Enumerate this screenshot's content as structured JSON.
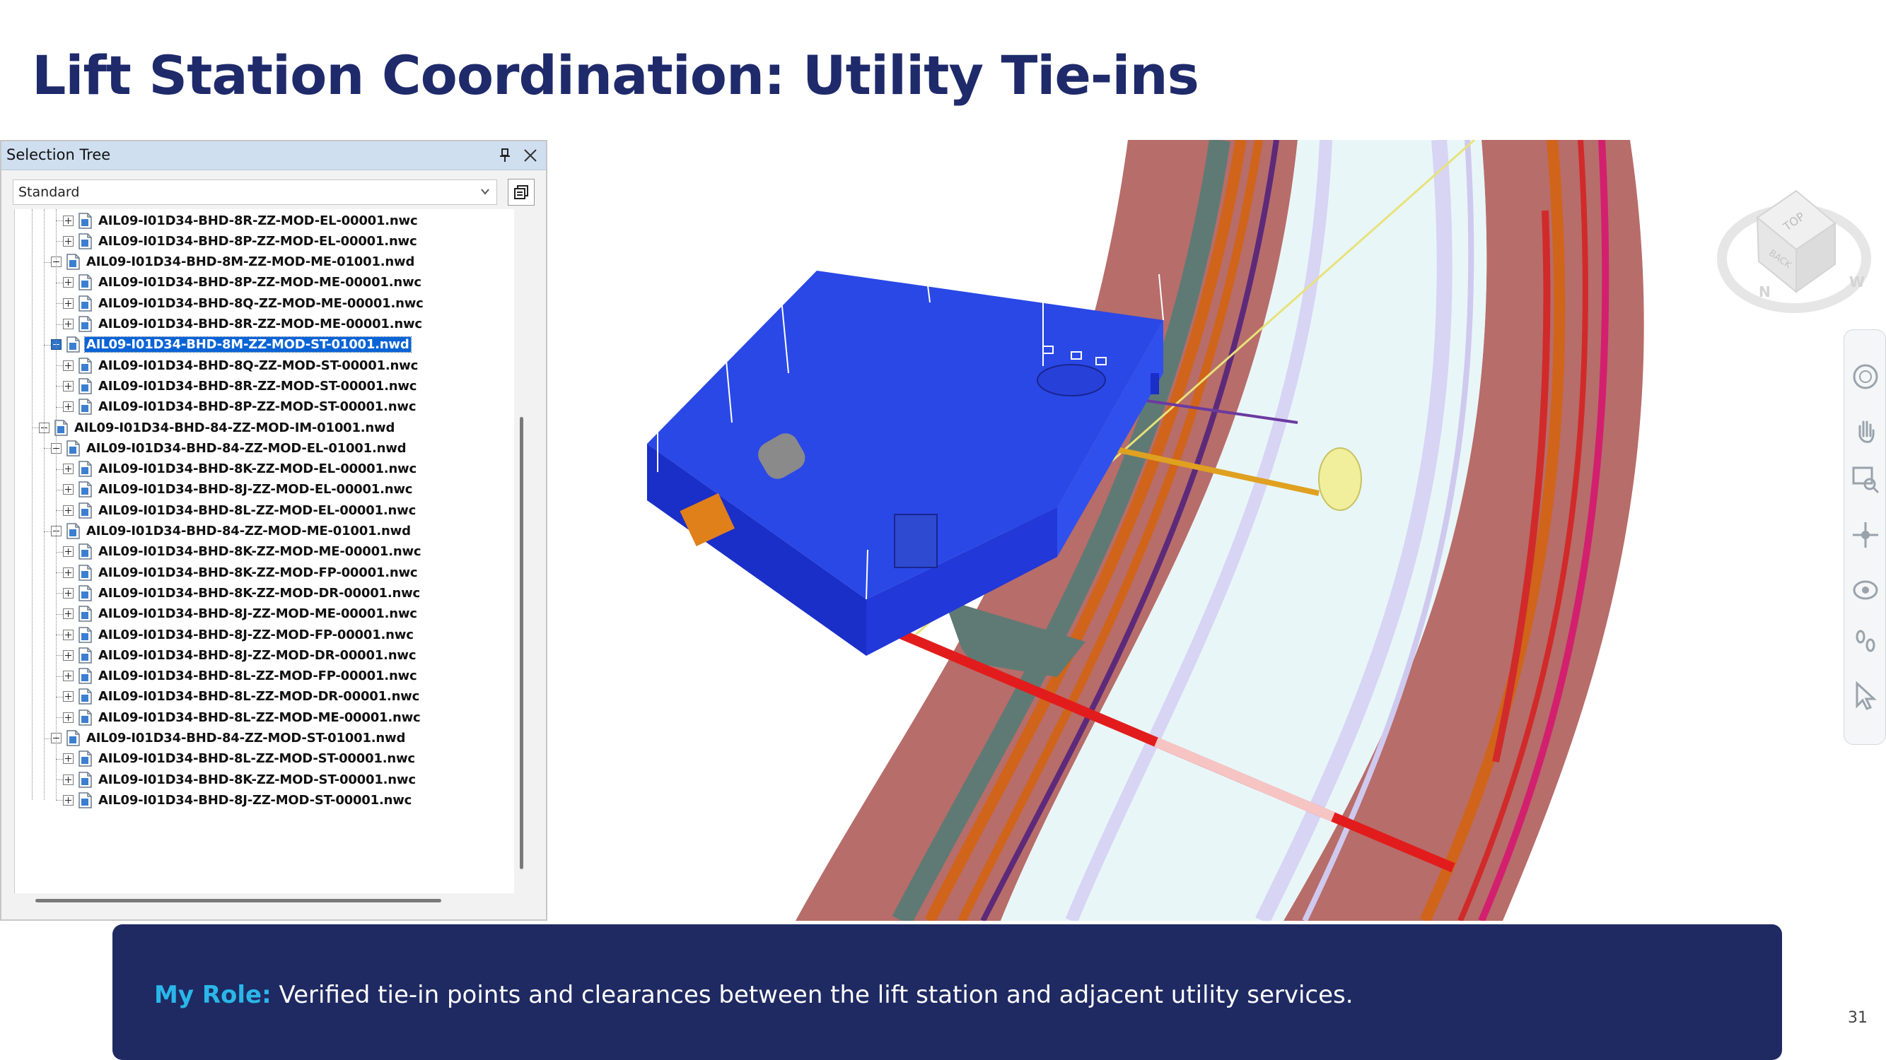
{
  "slide": {
    "title": "Lift Station Coordination: Utility Tie-ins",
    "page_number": "31"
  },
  "panel": {
    "title": "Selection Tree",
    "dropdown_value": "Standard",
    "icons": {
      "pin": "pin-icon",
      "close": "close-icon",
      "dropdown": "chevron-down-icon",
      "sets": "selection-sets-icon"
    }
  },
  "tree": {
    "items": [
      {
        "label": "AIL09-I01D34-BHD-8R-ZZ-MOD-EL-00001.nwc",
        "level": 3,
        "expanded": false,
        "selected": false
      },
      {
        "label": "AIL09-I01D34-BHD-8P-ZZ-MOD-EL-00001.nwc",
        "level": 3,
        "expanded": false,
        "selected": false
      },
      {
        "label": "AIL09-I01D34-BHD-8M-ZZ-MOD-ME-01001.nwd",
        "level": 2,
        "expanded": true,
        "selected": false
      },
      {
        "label": "AIL09-I01D34-BHD-8P-ZZ-MOD-ME-00001.nwc",
        "level": 3,
        "expanded": false,
        "selected": false
      },
      {
        "label": "AIL09-I01D34-BHD-8Q-ZZ-MOD-ME-00001.nwc",
        "level": 3,
        "expanded": false,
        "selected": false
      },
      {
        "label": "AIL09-I01D34-BHD-8R-ZZ-MOD-ME-00001.nwc",
        "level": 3,
        "expanded": false,
        "selected": false
      },
      {
        "label": "AIL09-I01D34-BHD-8M-ZZ-MOD-ST-01001.nwd",
        "level": 2,
        "expanded": true,
        "selected": true
      },
      {
        "label": "AIL09-I01D34-BHD-8Q-ZZ-MOD-ST-00001.nwc",
        "level": 3,
        "expanded": false,
        "selected": false
      },
      {
        "label": "AIL09-I01D34-BHD-8R-ZZ-MOD-ST-00001.nwc",
        "level": 3,
        "expanded": false,
        "selected": false
      },
      {
        "label": "AIL09-I01D34-BHD-8P-ZZ-MOD-ST-00001.nwc",
        "level": 3,
        "expanded": false,
        "selected": false
      },
      {
        "label": "AIL09-I01D34-BHD-84-ZZ-MOD-IM-01001.nwd",
        "level": 1,
        "expanded": true,
        "selected": false
      },
      {
        "label": "AIL09-I01D34-BHD-84-ZZ-MOD-EL-01001.nwd",
        "level": 2,
        "expanded": true,
        "selected": false
      },
      {
        "label": "AIL09-I01D34-BHD-8K-ZZ-MOD-EL-00001.nwc",
        "level": 3,
        "expanded": false,
        "selected": false
      },
      {
        "label": "AIL09-I01D34-BHD-8J-ZZ-MOD-EL-00001.nwc",
        "level": 3,
        "expanded": false,
        "selected": false
      },
      {
        "label": "AIL09-I01D34-BHD-8L-ZZ-MOD-EL-00001.nwc",
        "level": 3,
        "expanded": false,
        "selected": false
      },
      {
        "label": "AIL09-I01D34-BHD-84-ZZ-MOD-ME-01001.nwd",
        "level": 2,
        "expanded": true,
        "selected": false
      },
      {
        "label": "AIL09-I01D34-BHD-8K-ZZ-MOD-ME-00001.nwc",
        "level": 3,
        "expanded": false,
        "selected": false
      },
      {
        "label": "AIL09-I01D34-BHD-8K-ZZ-MOD-FP-00001.nwc",
        "level": 3,
        "expanded": false,
        "selected": false
      },
      {
        "label": "AIL09-I01D34-BHD-8K-ZZ-MOD-DR-00001.nwc",
        "level": 3,
        "expanded": false,
        "selected": false
      },
      {
        "label": "AIL09-I01D34-BHD-8J-ZZ-MOD-ME-00001.nwc",
        "level": 3,
        "expanded": false,
        "selected": false
      },
      {
        "label": "AIL09-I01D34-BHD-8J-ZZ-MOD-FP-00001.nwc",
        "level": 3,
        "expanded": false,
        "selected": false
      },
      {
        "label": "AIL09-I01D34-BHD-8J-ZZ-MOD-DR-00001.nwc",
        "level": 3,
        "expanded": false,
        "selected": false
      },
      {
        "label": "AIL09-I01D34-BHD-8L-ZZ-MOD-FP-00001.nwc",
        "level": 3,
        "expanded": false,
        "selected": false
      },
      {
        "label": "AIL09-I01D34-BHD-8L-ZZ-MOD-DR-00001.nwc",
        "level": 3,
        "expanded": false,
        "selected": false
      },
      {
        "label": "AIL09-I01D34-BHD-8L-ZZ-MOD-ME-00001.nwc",
        "level": 3,
        "expanded": false,
        "selected": false
      },
      {
        "label": "AIL09-I01D34-BHD-84-ZZ-MOD-ST-01001.nwd",
        "level": 2,
        "expanded": true,
        "selected": false
      },
      {
        "label": "AIL09-I01D34-BHD-8L-ZZ-MOD-ST-00001.nwc",
        "level": 3,
        "expanded": false,
        "selected": false
      },
      {
        "label": "AIL09-I01D34-BHD-8K-ZZ-MOD-ST-00001.nwc",
        "level": 3,
        "expanded": false,
        "selected": false
      },
      {
        "label": "AIL09-I01D34-BHD-8J-ZZ-MOD-ST-00001.nwc",
        "level": 3,
        "expanded": false,
        "selected": false
      }
    ]
  },
  "viewcube": {
    "face_top": "TOP",
    "face_back": "BACK",
    "compass_n": "N",
    "compass_w": "W"
  },
  "nav_tools": [
    "steering-wheel-icon",
    "pan-hand-icon",
    "zoom-window-icon",
    "orbit-icon",
    "look-around-icon",
    "walk-footprints-icon",
    "select-cursor-icon"
  ],
  "role": {
    "label": "My Role:",
    "text": "Verified tie-in points and clearances between the lift station and adjacent utility services."
  },
  "colors": {
    "title": "#1f2a6b",
    "banner": "#1f2a63",
    "role_label": "#2ab7e8",
    "selection": "#0a64d6",
    "panel_header": "#cfdff0"
  }
}
